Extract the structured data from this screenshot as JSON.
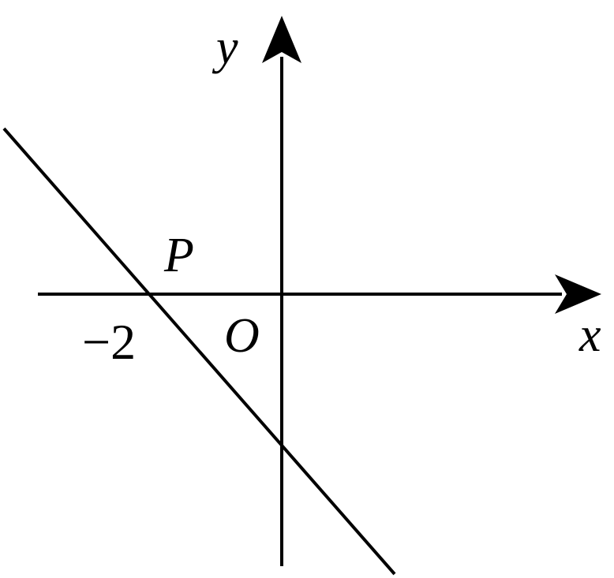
{
  "diagram": {
    "axis_labels": {
      "x": "x",
      "y": "y"
    },
    "origin_label": "O",
    "point_label": "P",
    "tick_label": "−2",
    "colors": {
      "stroke": "#000000",
      "background": "#ffffff"
    }
  }
}
